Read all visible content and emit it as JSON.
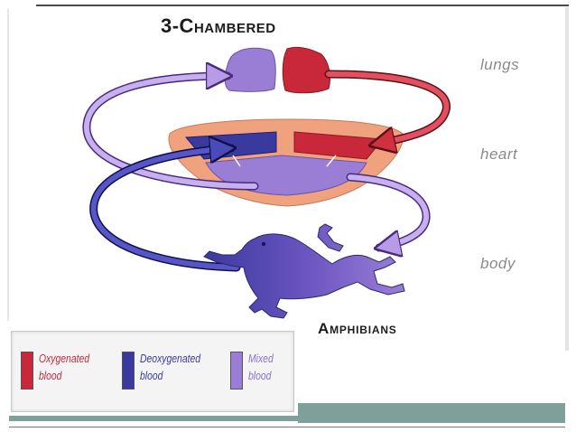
{
  "diagram": {
    "title": "3-Chambered",
    "footer_title": "Amphibians",
    "side_labels": {
      "lungs": "lungs",
      "heart": "heart",
      "body": "body"
    }
  },
  "legend": {
    "items": [
      {
        "line1": "Oxygenated",
        "line2": "blood",
        "color": "#c8283a",
        "text_color": "#c8283a"
      },
      {
        "line1": "Deoxygenated",
        "line2": "blood",
        "color": "#3a3a9e",
        "text_color": "#3a3a9e"
      },
      {
        "line1": "Mixed",
        "line2": "blood",
        "color": "#9a7ed6",
        "text_color": "#8a70c8"
      }
    ]
  },
  "colors": {
    "oxygenated": "#c8283a",
    "deoxygenated": "#3a3a9e",
    "mixed": "#9a7ed6",
    "heart_wall": "#f0a27e"
  },
  "icons": [
    "lungs-icon",
    "heart-icon",
    "frog-icon",
    "arrow-icon"
  ]
}
